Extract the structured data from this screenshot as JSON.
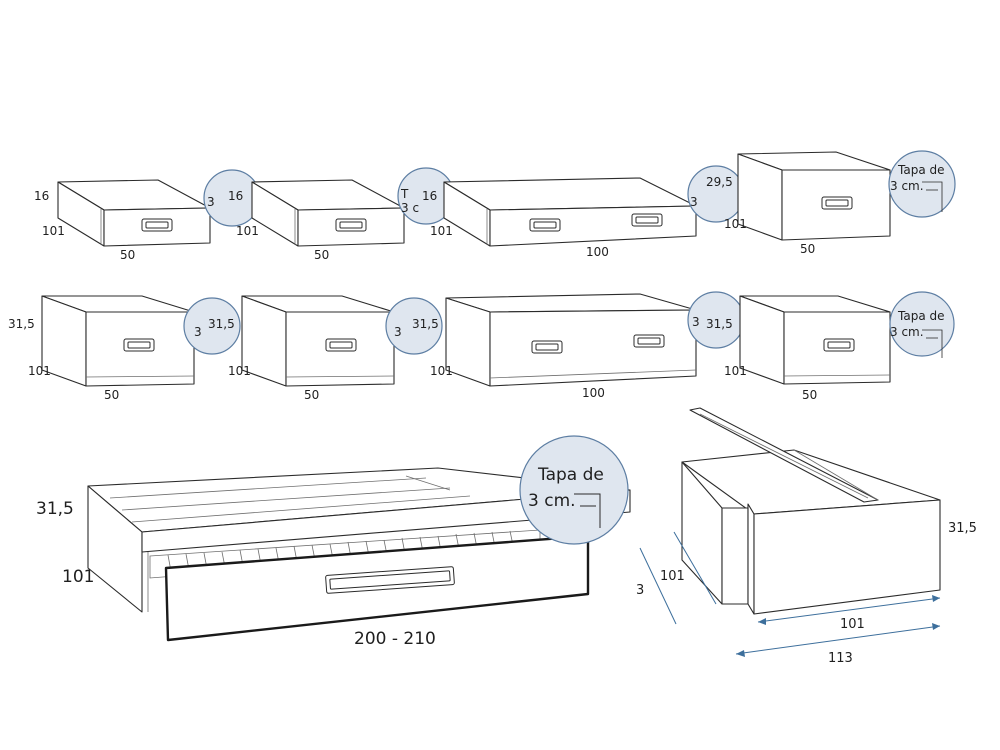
{
  "drawers_row1": [
    {
      "height": "16",
      "depth": "101",
      "width": "50",
      "bubble": "3"
    },
    {
      "height": "16",
      "depth": "101",
      "width": "50",
      "bubble": "T\n3 c"
    },
    {
      "height": "16",
      "depth": "101",
      "width": "100",
      "bubble": "3"
    },
    {
      "height": "29,5",
      "depth": "101",
      "width": "50",
      "bubble_line1": "Tapa de",
      "bubble_line2": "3 cm."
    }
  ],
  "drawers_row2": [
    {
      "height": "31,5",
      "depth": "101",
      "width": "50",
      "bubble": "3"
    },
    {
      "height": "31,5",
      "depth": "101",
      "width": "50",
      "bubble": "3"
    },
    {
      "height": "31,5",
      "depth": "101",
      "width": "100",
      "bubble": "3"
    },
    {
      "height": "31,5",
      "depth": "101",
      "width": "50",
      "bubble_line1": "Tapa de",
      "bubble_line2": "3 cm."
    }
  ],
  "bed": {
    "height": "31,5",
    "depth": "101",
    "width": "200 - 210",
    "bubble_line1": "Tapa de",
    "bubble_line2": "3 cm."
  },
  "chest": {
    "height": "31,5",
    "depth": "101",
    "side": "3",
    "front_width": "101",
    "total_width": "113"
  },
  "colors": {
    "bubble_fill": "#dfe6ef",
    "bubble_stroke": "#5d7ea3",
    "dim_arrow": "#3d6f9c"
  }
}
